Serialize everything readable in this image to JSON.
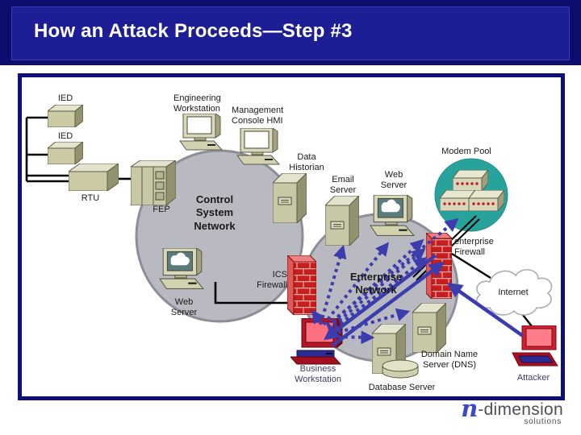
{
  "slide": {
    "title": "How an Attack Proceeds—Step #3"
  },
  "diagram": {
    "labels": {
      "ied1": "IED",
      "ied2": "IED",
      "rtu": "RTU",
      "fep": "FEP",
      "eng_ws": "Engineering\nWorkstation",
      "mgmt_console": "Management\nConsole HMI",
      "data_historian": "Data\nHistorian",
      "email_server": "Email\nServer",
      "web_server_ent": "Web\nServer",
      "modem_pool": "Modem Pool",
      "ent_firewall": "enterprise\nFirewall",
      "ics_firewall": "ICS\nFirewall",
      "control_network": "Control\nSystem\nNetwork",
      "enterprise_network": "Enterprise\nNetwork",
      "web_server_cs": "Web\nServer",
      "business_ws": "Business\nWorkstation",
      "dns_server": "Domain Name\nServer (DNS)",
      "database_server": "Database Server",
      "internet": "Internet",
      "attacker": "Attacker"
    },
    "colors": {
      "header_bg": "#1d1d96",
      "panel_border": "#0f0f7a",
      "network_zone_fill": "#b9b9c1",
      "modem_pool_fill": "#27a39c",
      "firewall_brick": "#c71d1d",
      "attack_arrow": "#3c3cae",
      "device_tan": "#cbcaa5",
      "compromised_red": "#b51627"
    }
  },
  "logo": {
    "mark": "n",
    "wordmark": "-dimension",
    "tagline": "solutions"
  }
}
